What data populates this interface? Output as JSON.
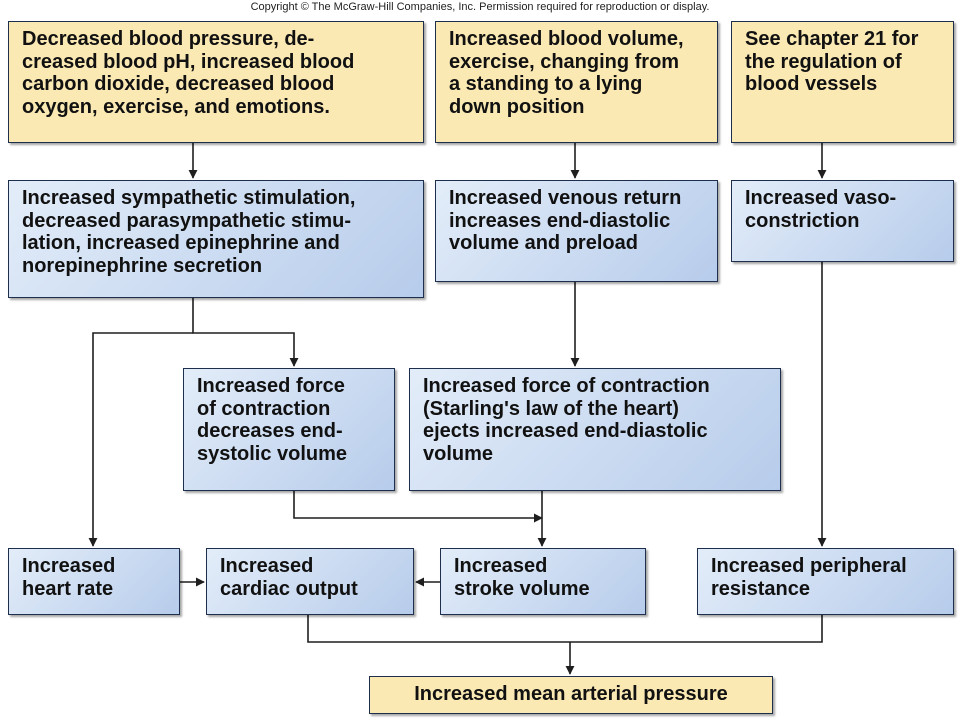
{
  "copyright": "Copyright © The McGraw-Hill Companies, Inc. Permission required for reproduction or display.",
  "boxes": {
    "stimuli_pressure": "Decreased blood pressure, de-\ncreased blood pH, increased blood\ncarbon dioxide, decreased blood\noxygen, exercise, and emotions.",
    "stimuli_volume": "Increased blood volume,\nexercise, changing from\na standing to a lying\ndown position",
    "see_chapter": "See chapter 21 for\nthe regulation of\nblood vessels",
    "sympathetic": "Increased sympathetic stimulation,\ndecreased parasympathetic stimu-\nlation, increased epinephrine and\nnorepinephrine secretion",
    "venous_return": "Increased venous return\nincreases end-diastolic\nvolume and preload",
    "vasoconstriction": "Increased vaso-\nconstriction",
    "force_contraction": "Increased force\nof contraction\ndecreases end-\nsystolic volume",
    "starling": "Increased force of contraction\n(Starling's law of the heart)\nejects increased end-diastolic\nvolume",
    "heart_rate": "Increased\nheart rate",
    "cardiac_output": "Increased\ncardiac output",
    "stroke_volume": "Increased\nstroke volume",
    "peripheral_resistance": "Increased peripheral\nresistance",
    "map": "Increased mean arterial pressure"
  },
  "colors": {
    "stimulus_fill": "#fbe9b4",
    "process_fill": "#c6d6ef",
    "border": "#1e2f4d",
    "arrow": "#1f1f1f"
  }
}
